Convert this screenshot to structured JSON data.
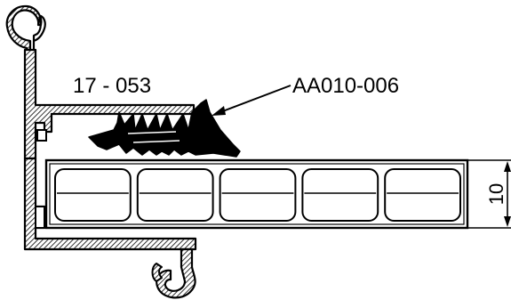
{
  "labels": {
    "profile_code": "17 - 053",
    "gasket_code": "AA010-006",
    "dimension_value": "10"
  },
  "colors": {
    "ink": "#000000",
    "paper": "#ffffff"
  },
  "panel": {
    "cell_count": 5
  }
}
